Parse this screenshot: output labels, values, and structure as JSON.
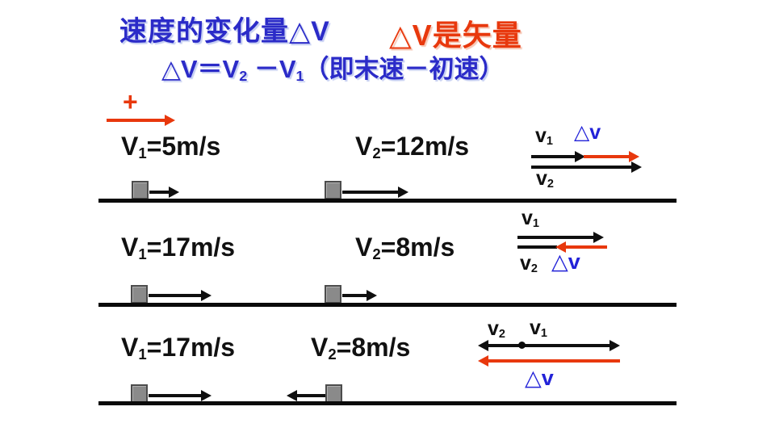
{
  "colors": {
    "title_blue": "#2b2bc8",
    "accent_red": "#e8380d",
    "vector_blue": "#2222d8",
    "text_black": "#111111",
    "block_gray": "#8a8a8a"
  },
  "header": {
    "title_blue": "速度的变化量△V",
    "title_red": "△V是矢量",
    "formula": {
      "p1": "△V＝V",
      "s1": "2",
      "p2": " －V",
      "s2": "1",
      "p3": "（即末速－初速）"
    }
  },
  "direction": {
    "plus": "+"
  },
  "rows": [
    {
      "v1": {
        "base": "V",
        "sub": "1",
        "value": "=5m/s"
      },
      "v2": {
        "base": "V",
        "sub": "2",
        "value": "=12m/s"
      },
      "diagram": {
        "v1": {
          "base": "v",
          "sub": "1"
        },
        "v2": {
          "base": "v",
          "sub": "2"
        },
        "dv": "△v"
      }
    },
    {
      "v1": {
        "base": "V",
        "sub": "1",
        "value": "=17m/s"
      },
      "v2": {
        "base": "V",
        "sub": "2",
        "value": "=8m/s"
      },
      "diagram": {
        "v1": {
          "base": "v",
          "sub": "1"
        },
        "v2": {
          "base": "v",
          "sub": "2"
        },
        "dv": "△v"
      }
    },
    {
      "v1": {
        "base": "V",
        "sub": "1",
        "value": "=17m/s"
      },
      "v2": {
        "base": "V",
        "sub": "2",
        "value": "=8m/s"
      },
      "diagram": {
        "v1": {
          "base": "v",
          "sub": "1"
        },
        "v2": {
          "base": "v",
          "sub": "2"
        },
        "dv": "△v"
      }
    }
  ]
}
